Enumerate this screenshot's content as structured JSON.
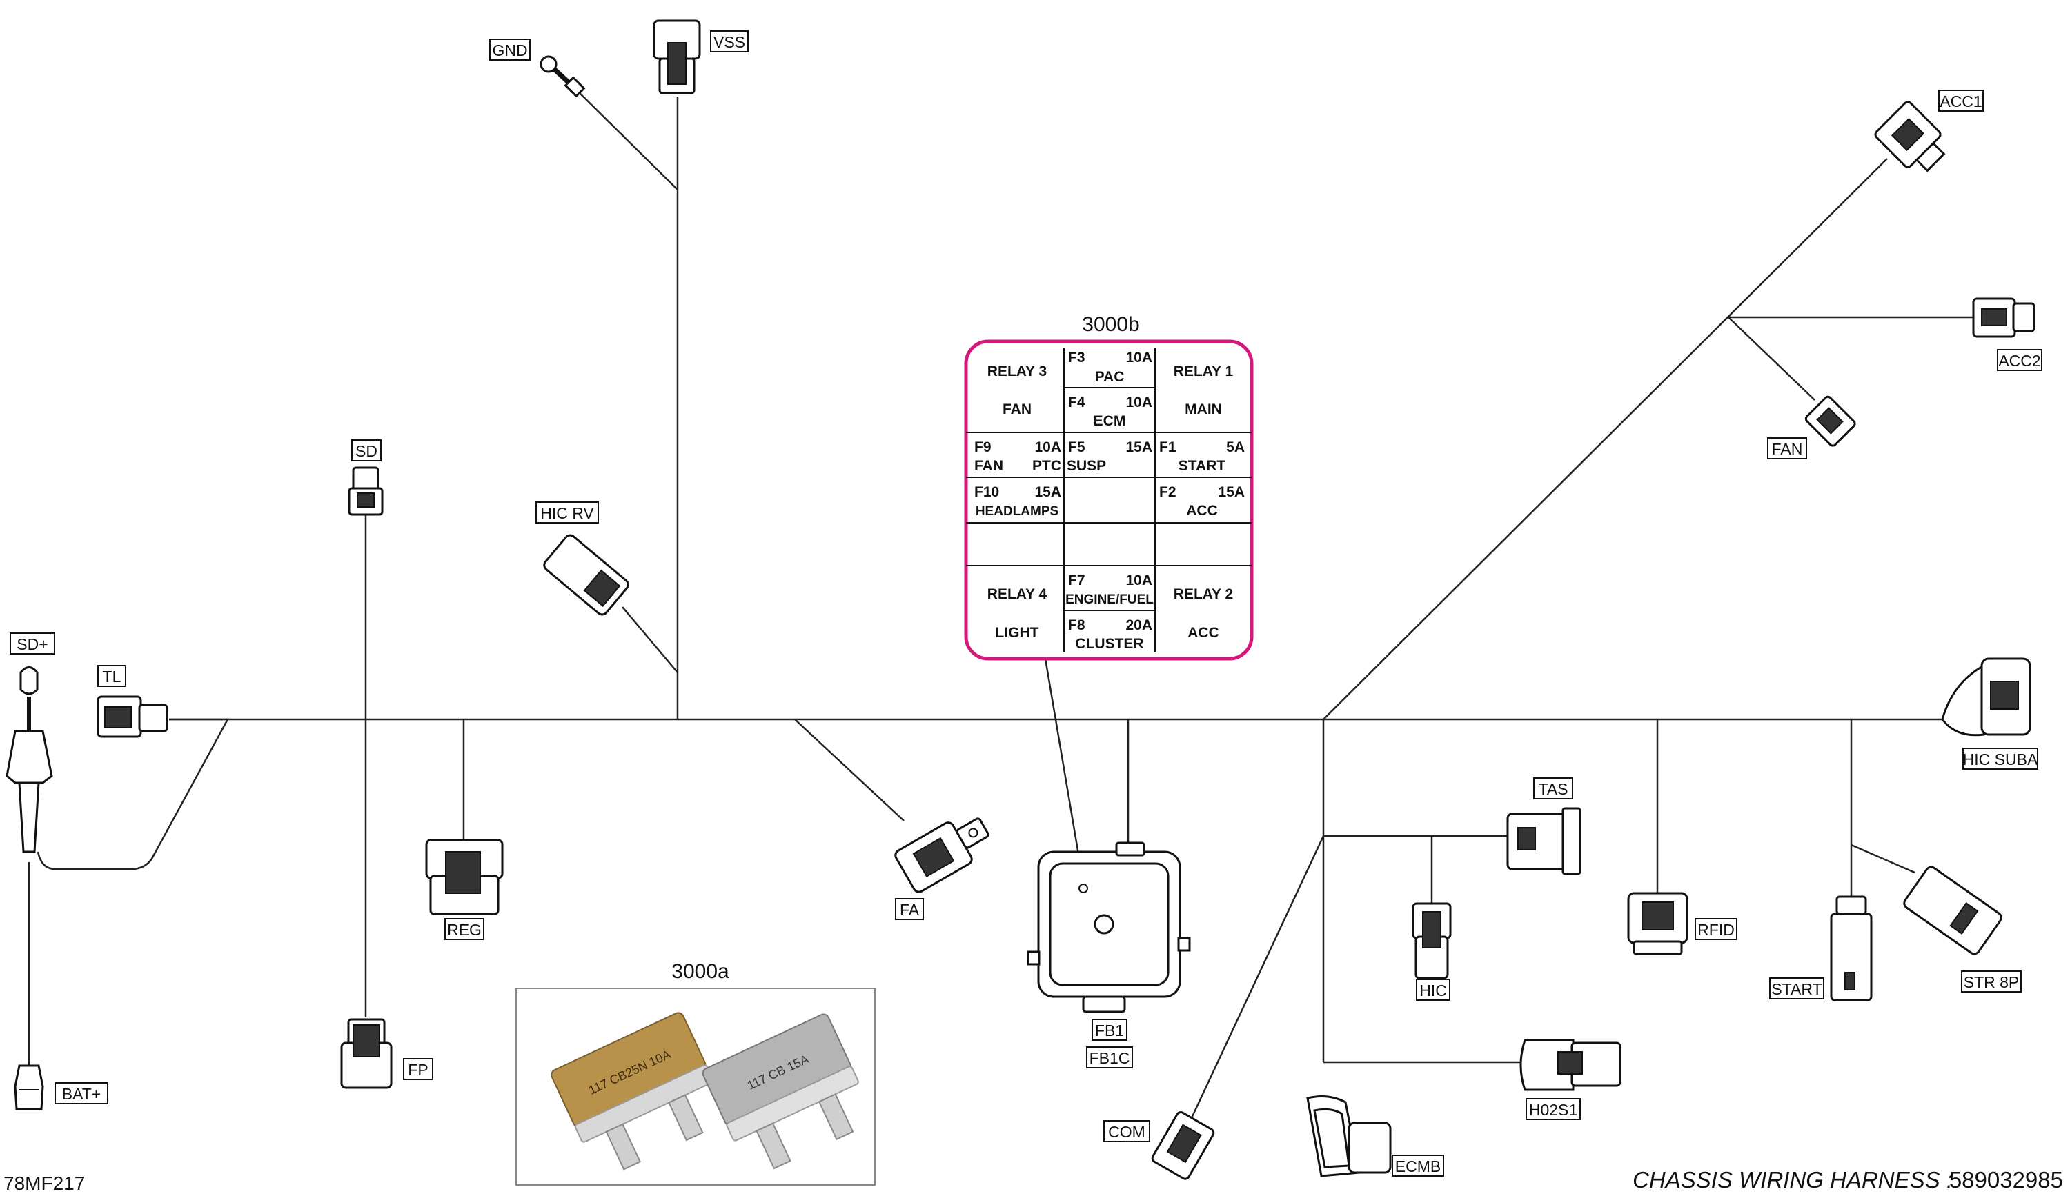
{
  "connectors": {
    "gnd": "GND",
    "vss": "VSS",
    "acc1": "ACC1",
    "acc2": "ACC2",
    "fan": "FAN",
    "sd": "SD",
    "hic_rv": "HIC RV",
    "sd_plus": "SD+",
    "tl": "TL",
    "reg": "REG",
    "fa": "FA",
    "fb1": "FB1",
    "fb1c": "FB1C",
    "tas": "TAS",
    "hic": "HIC",
    "rfid": "RFID",
    "start": "START",
    "str_8p": "STR 8P",
    "hic_suba": "HIC SUBA",
    "h02s1": "H02S1",
    "com": "COM",
    "ecmb": "ECMB",
    "fp": "FP",
    "bat_plus": "BAT+"
  },
  "fuse_box": {
    "title": "3000b",
    "relay3": "RELAY 3",
    "relay3_fn": "FAN",
    "f3_id": "F3",
    "f3_amp": "10A",
    "f3_fn": "PAC",
    "f4_id": "F4",
    "f4_amp": "10A",
    "f4_fn": "ECM",
    "relay1": "RELAY 1",
    "relay1_fn": "MAIN",
    "f9_id": "F9",
    "f9_amp": "10A",
    "f9_fn": "FAN",
    "f9_fn2": "PTC",
    "f5_id": "F5",
    "f5_amp": "15A",
    "f5_fn": "SUSP",
    "f1_id": "F1",
    "f1_amp": "5A",
    "f1_fn": "START",
    "f10_id": "F10",
    "f10_amp": "15A",
    "f10_fn": "HEADLAMPS",
    "f2_id": "F2",
    "f2_amp": "15A",
    "f2_fn": "ACC",
    "relay4": "RELAY 4",
    "relay4_fn": "LIGHT",
    "f7_id": "F7",
    "f7_amp": "10A",
    "f7_fn": "ENGINE/FUEL",
    "f8_id": "F8",
    "f8_amp": "20A",
    "f8_fn": "CLUSTER",
    "relay2": "RELAY 2",
    "relay2_fn": "ACC"
  },
  "fuse_photo": {
    "title": "3000a",
    "fuse1_marks": "117 CB25N 10A",
    "fuse2_marks": "117 CB 15A"
  },
  "footer": {
    "code": "78MF217",
    "harness_name": "CHASSIS WIRING HARNESS :",
    "part_number": "589032985"
  },
  "colors": {
    "fuse_box_border": "#d6187c",
    "fuse_gold": "#b8924a",
    "fuse_silver": "#b4b4b4"
  }
}
